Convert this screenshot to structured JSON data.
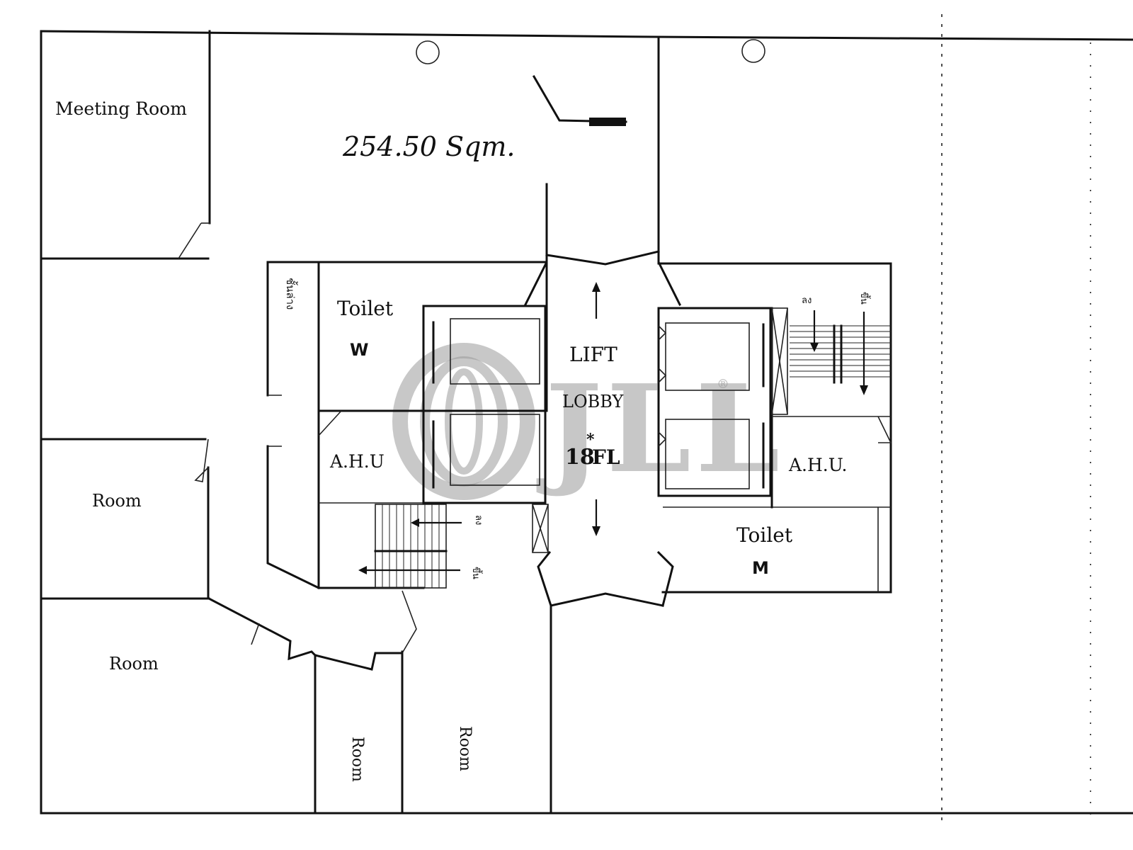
{
  "labels": {
    "meeting_room": "Meeting Room",
    "area": "254.50 Sqm.",
    "toilet_w": "Toilet",
    "toilet_w_tag": "W",
    "ahu_left": "A.H.U",
    "lift_lobby_1": "LIFT",
    "lift_lobby_2": "LOBBY",
    "floor": "18",
    "floor_suffix": "FL",
    "floor_star": "*",
    "ahu_right": "A.H.U.",
    "toilet_m": "Toilet",
    "toilet_m_tag": "M",
    "room_left_mid": "Room",
    "room_left_bottom": "Room",
    "room_bottom_small": "Room",
    "room_bottom_mid": "Room",
    "shaft_note": "ชั้นล่าง",
    "stair_up_note": "ขึ้น",
    "stair_down_note": "ลง",
    "stair_left_down": "ลง",
    "stair_left_up": "ขึ้น"
  },
  "watermark": {
    "brand": "JLL",
    "registered": "®"
  },
  "colors": {
    "line": "#111111",
    "watermark": "#9b9b9b"
  }
}
